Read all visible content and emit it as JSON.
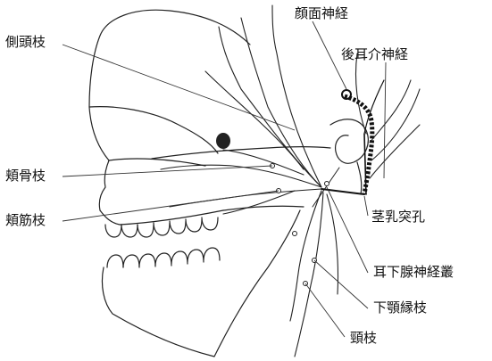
{
  "labels": {
    "temporal_branch": "側頭枝",
    "facial_nerve": "顔面神経",
    "posterior_auricular_nerve": "後耳介神経",
    "zygomatic_branch": "頬骨枝",
    "buccal_branch": "頬筋枝",
    "stylomastoid_foramen": "茎乳突孔",
    "parotid_plexus": "耳下腺神経叢",
    "marginal_mandibular_branch": "下顎縁枝",
    "cervical_branch": "頸枝"
  }
}
